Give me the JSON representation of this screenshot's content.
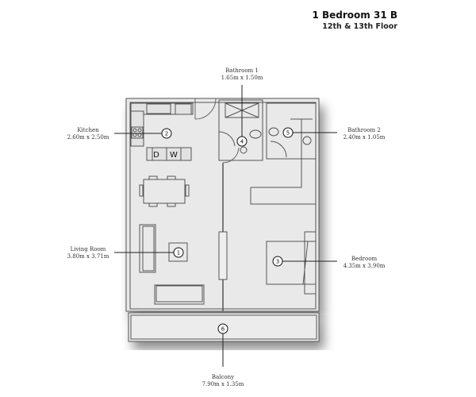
{
  "header": {
    "title": "1 Bedroom 31 B",
    "subtitle": "12th & 13th Floor"
  },
  "rooms": [
    {
      "number": "1",
      "name": "Living Room",
      "size": "3.80m x 3.71m"
    },
    {
      "number": "2",
      "name": "Kitchen",
      "size": "2.60m x 2.50m"
    },
    {
      "number": "3",
      "name": "Bedroom",
      "size": "4.35m x 3.90m"
    },
    {
      "number": "4",
      "name": "Bathroom 1",
      "size": "1.65m x 1.50m"
    },
    {
      "number": "5",
      "name": "Bathroom 2",
      "size": "2.40m x 1.05m"
    },
    {
      "number": "6",
      "name": "Balcony",
      "size": "7.90m x 1.35m"
    }
  ],
  "appliances": {
    "dishwasher": "D",
    "washer": "W"
  }
}
